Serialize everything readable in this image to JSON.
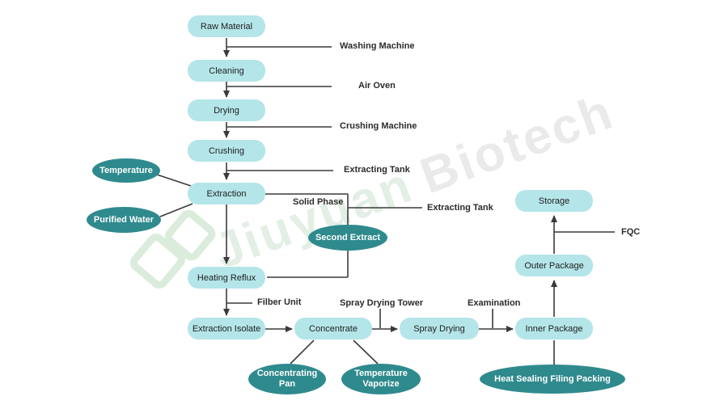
{
  "watermark": {
    "part1": "Jiuyuan",
    "part2": "Biotech"
  },
  "nodes": {
    "raw_material": "Raw Material",
    "cleaning": "Cleaning",
    "drying": "Drying",
    "crushing": "Crushing",
    "extraction": "Extraction",
    "heating_reflux": "Heating Reflux",
    "extraction_isolate": "Extraction Isolate",
    "concentrate": "Concentrate",
    "spray_drying": "Spray Drying",
    "inner_package": "Inner Package",
    "outer_package": "Outer Package",
    "storage": "Storage"
  },
  "ovals": {
    "temperature": "Temperature",
    "purified_water": "Purified Water",
    "second_extract": "Second Extract",
    "concentrating_pan": "Concentrating Pan",
    "temperature_vaporize": "Temperature Vaporize",
    "heat_sealing": "Heat Sealing Filing Packing"
  },
  "labels": {
    "washing_machine": "Washing Machine",
    "air_oven": "Air Oven",
    "crushing_machine": "Crushing Machine",
    "extracting_tank_1": "Extracting Tank",
    "solid_phase": "Solid Phase",
    "extracting_tank_2": "Extracting Tank",
    "filber_unit": "Filber Unit",
    "spray_drying_tower": "Spray Drying Tower",
    "examination": "Examination",
    "fqc": "FQC"
  },
  "colors": {
    "node_fill": "#b4e5e9",
    "node_text": "#222222",
    "oval_fill": "#2f8a8d",
    "oval_text": "#ffffff",
    "line": "#3a3a3a",
    "label_text": "#2b2b2b",
    "watermark_green": "#e3efe5",
    "watermark_gray": "#eaeaea",
    "logo_green": "#dcecdc",
    "background": "#ffffff"
  }
}
